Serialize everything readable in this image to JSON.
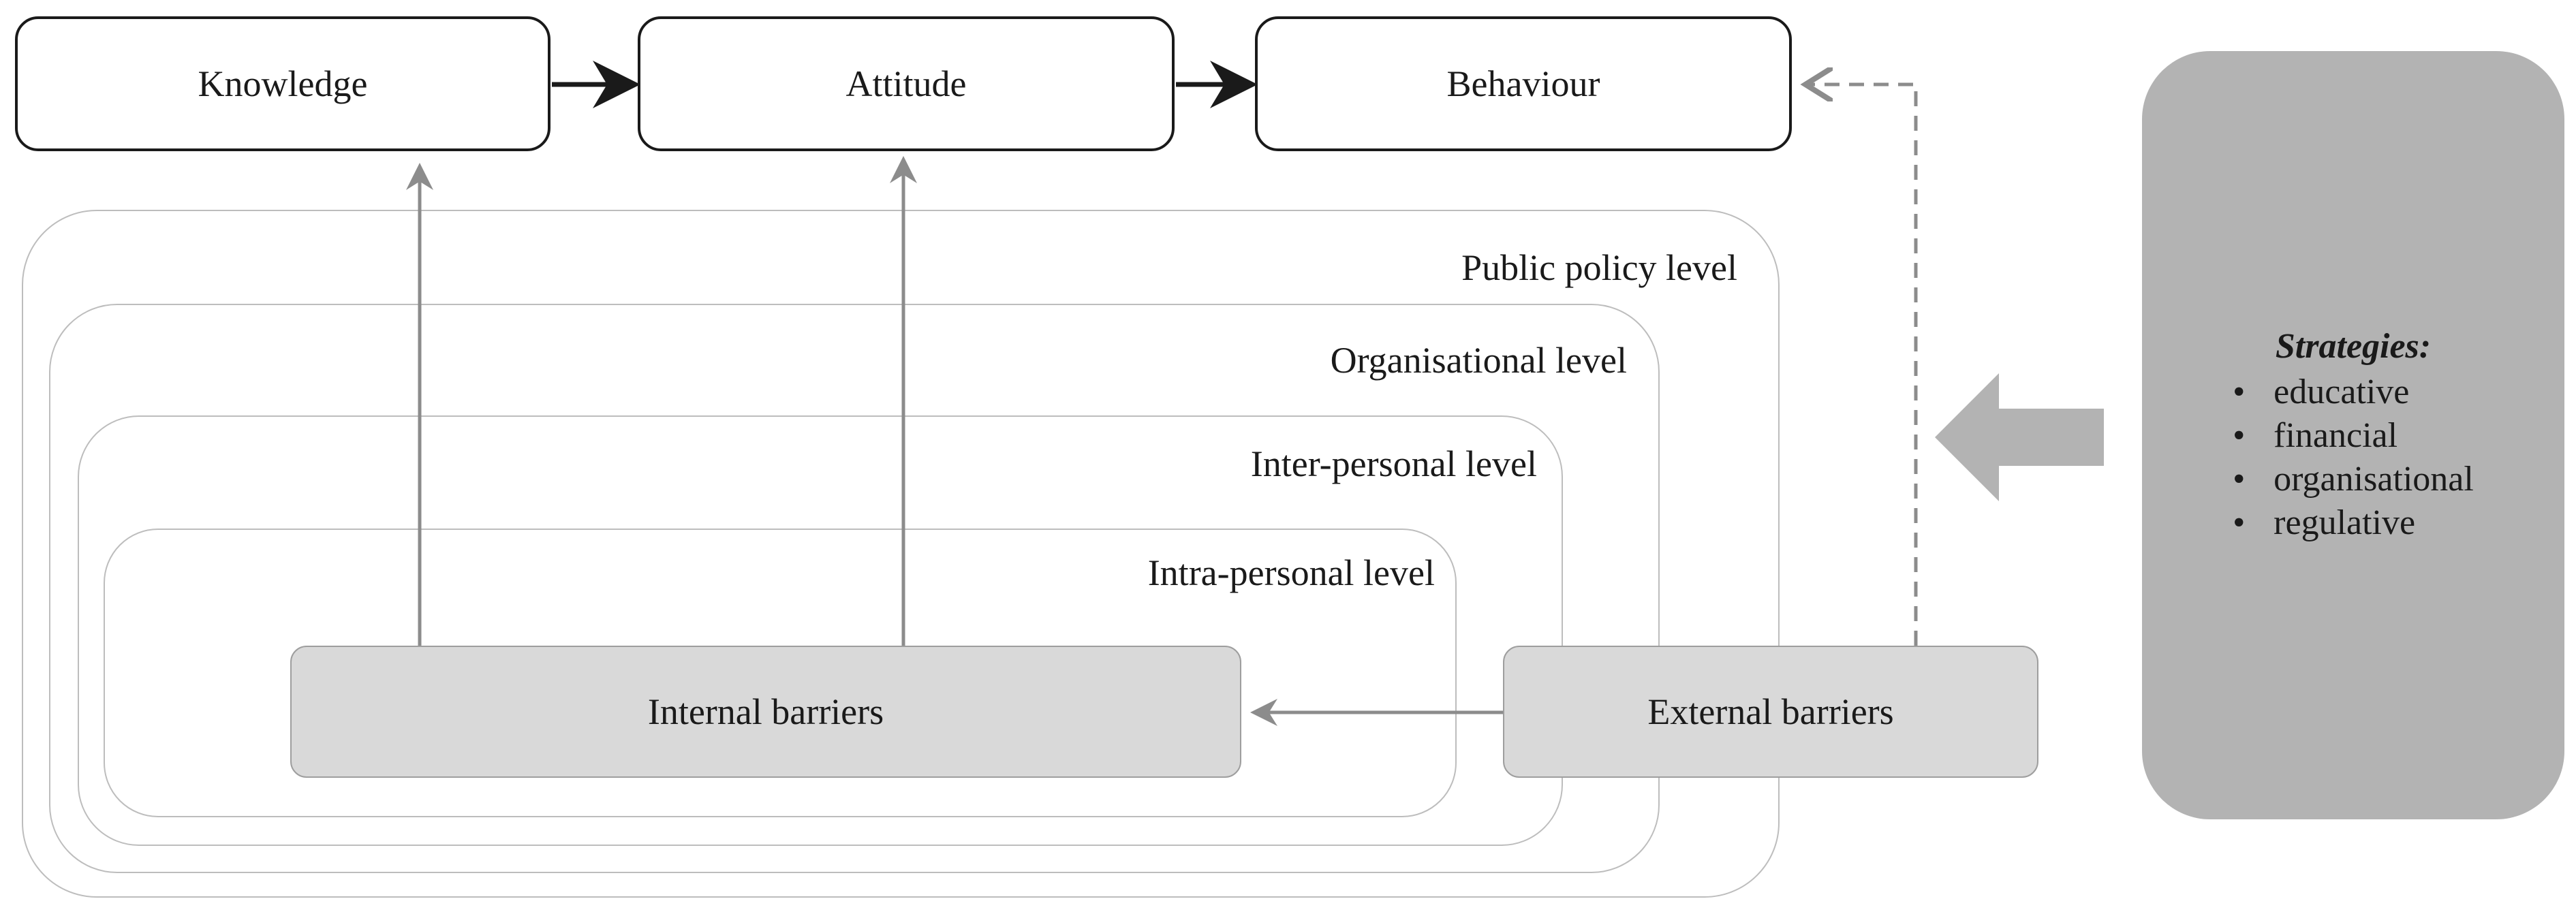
{
  "flow": {
    "knowledge": "Knowledge",
    "attitude": "Attitude",
    "behaviour": "Behaviour"
  },
  "levels": {
    "public_policy": "Public policy level",
    "organisational": "Organisational level",
    "inter_personal": "Inter-personal level",
    "intra_personal": "Intra-personal level"
  },
  "barriers": {
    "internal": "Internal barriers",
    "external": "External barriers"
  },
  "strategies": {
    "title": "Strategies:",
    "items": [
      "educative",
      "financial",
      "organisational",
      "regulative"
    ]
  },
  "colors": {
    "ring": "#bdbdbd",
    "barrier_fill": "#d9d9d9",
    "strategy_fill": "#b3b3b3",
    "gray_arrow": "#8c8c8c",
    "black_arrow": "#1a1a1a"
  }
}
